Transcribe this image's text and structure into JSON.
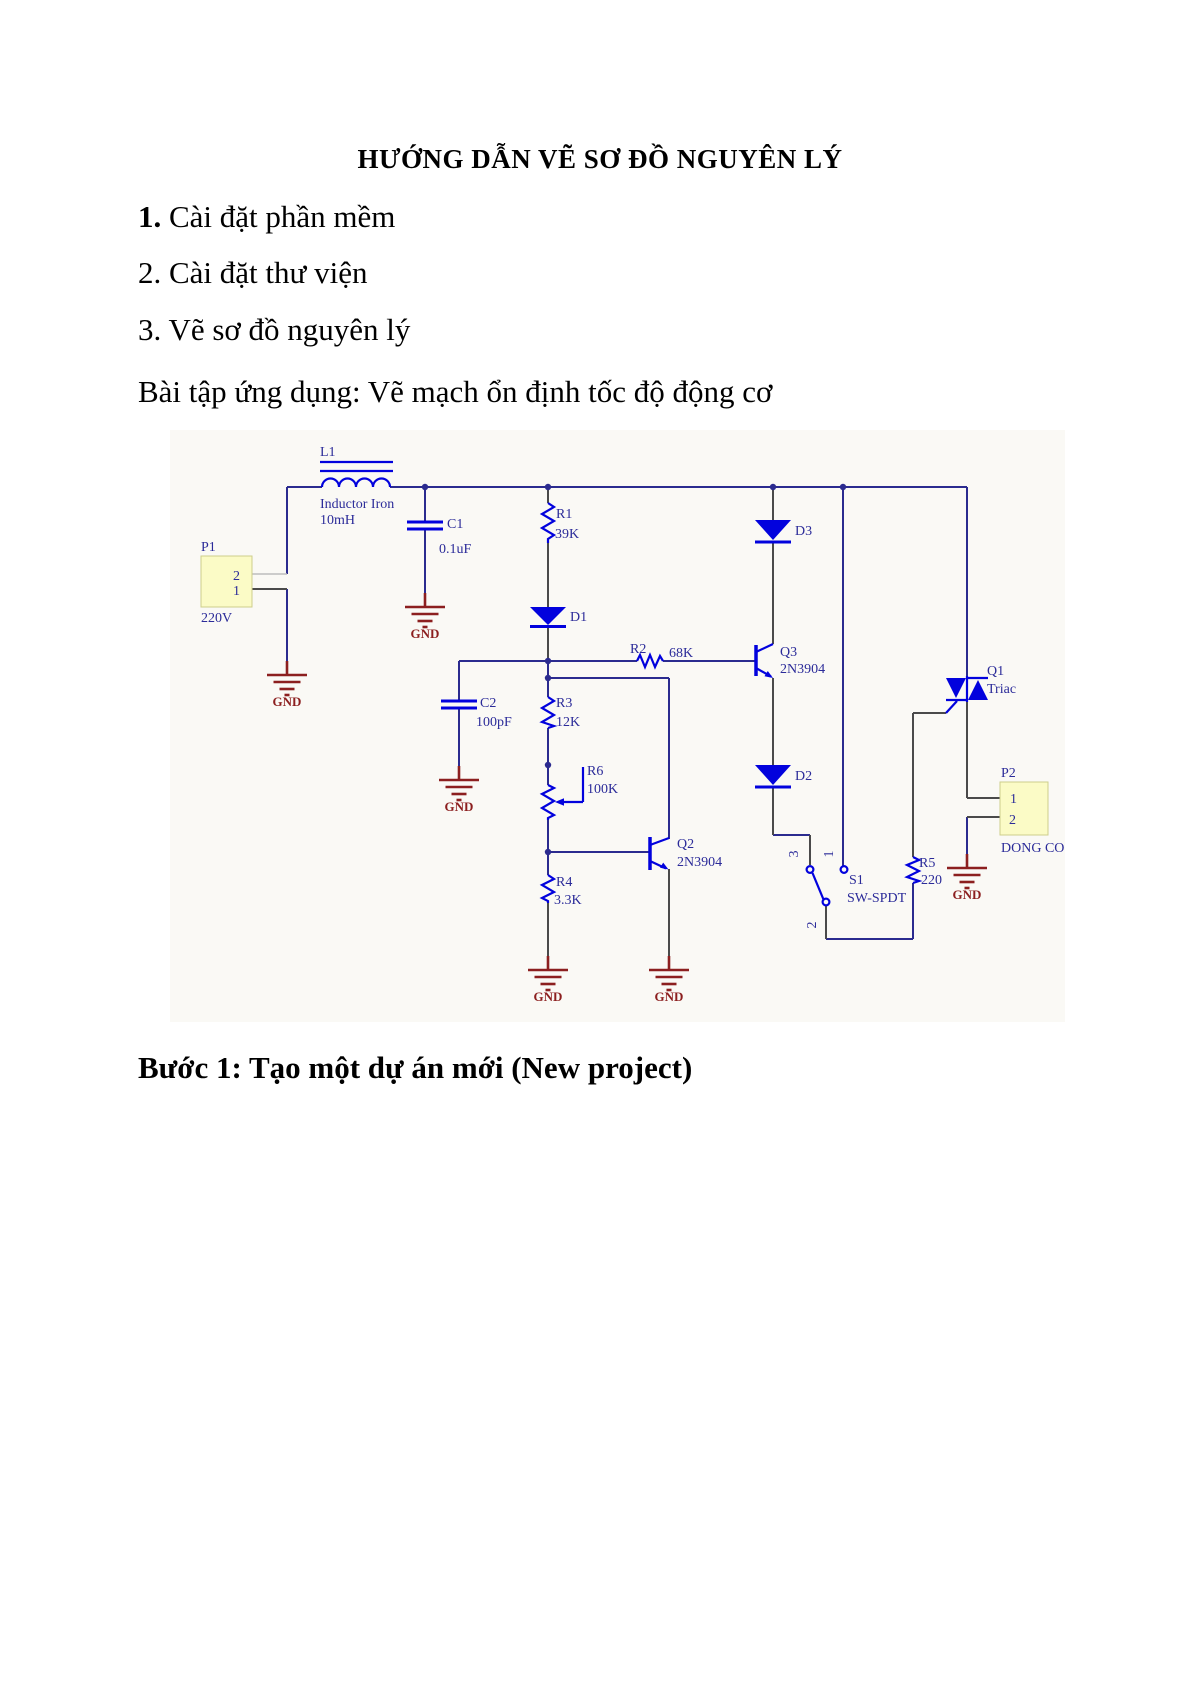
{
  "document": {
    "title": "HƯỚNG DẪN VẼ SƠ ĐỒ NGUYÊN LÝ",
    "items": [
      {
        "number": "1.",
        "text": " Cài đặt phần mềm"
      },
      {
        "number": "2.",
        "text": " Cài đặt thư viện"
      },
      {
        "number": "3.",
        "text": " Vẽ sơ đồ nguyên lý"
      }
    ],
    "exercise_line": "Bài tập ứng dụng: Vẽ mạch ổn định tốc độ động cơ",
    "step_line": "Bước 1: Tạo một dự án mới (New project)"
  },
  "schematic": {
    "background": "#FAF9F5",
    "wire_color": "#2B2B8F",
    "pin_color": "#4A4A4A",
    "symbol_color": "#0202DD",
    "label_color": "#2B2B99",
    "gnd_color": "#8C1F1F",
    "connector_fill": "#FBFBC6",
    "gnd_label": "GND",
    "components": {
      "L1": {
        "ref": "L1",
        "desc": "Inductor Iron",
        "value": "10mH"
      },
      "P1": {
        "ref": "P1",
        "pin2": "2",
        "pin1": "1",
        "value": "220V"
      },
      "C1": {
        "ref": "C1",
        "value": "0.1uF"
      },
      "C2": {
        "ref": "C2",
        "value": "100pF"
      },
      "R1": {
        "ref": "R1",
        "value": "39K"
      },
      "R2": {
        "ref": "R2",
        "value": "68K"
      },
      "R3": {
        "ref": "R3",
        "value": "12K"
      },
      "R4": {
        "ref": "R4",
        "value": "3.3K"
      },
      "R5": {
        "ref": "R5",
        "value": "220"
      },
      "R6": {
        "ref": "R6",
        "value": "100K"
      },
      "D1": {
        "ref": "D1"
      },
      "D2": {
        "ref": "D2"
      },
      "D3": {
        "ref": "D3"
      },
      "Q1": {
        "ref": "Q1",
        "value": "Triac"
      },
      "Q2": {
        "ref": "Q2",
        "value": "2N3904"
      },
      "Q3": {
        "ref": "Q3",
        "value": "2N3904"
      },
      "S1": {
        "ref": "S1",
        "value": "SW-SPDT",
        "pin3": "3",
        "pin1": "1",
        "pin2": "2"
      },
      "P2": {
        "ref": "P2",
        "pin1": "1",
        "pin2": "2",
        "value": "DONG CO"
      }
    }
  }
}
